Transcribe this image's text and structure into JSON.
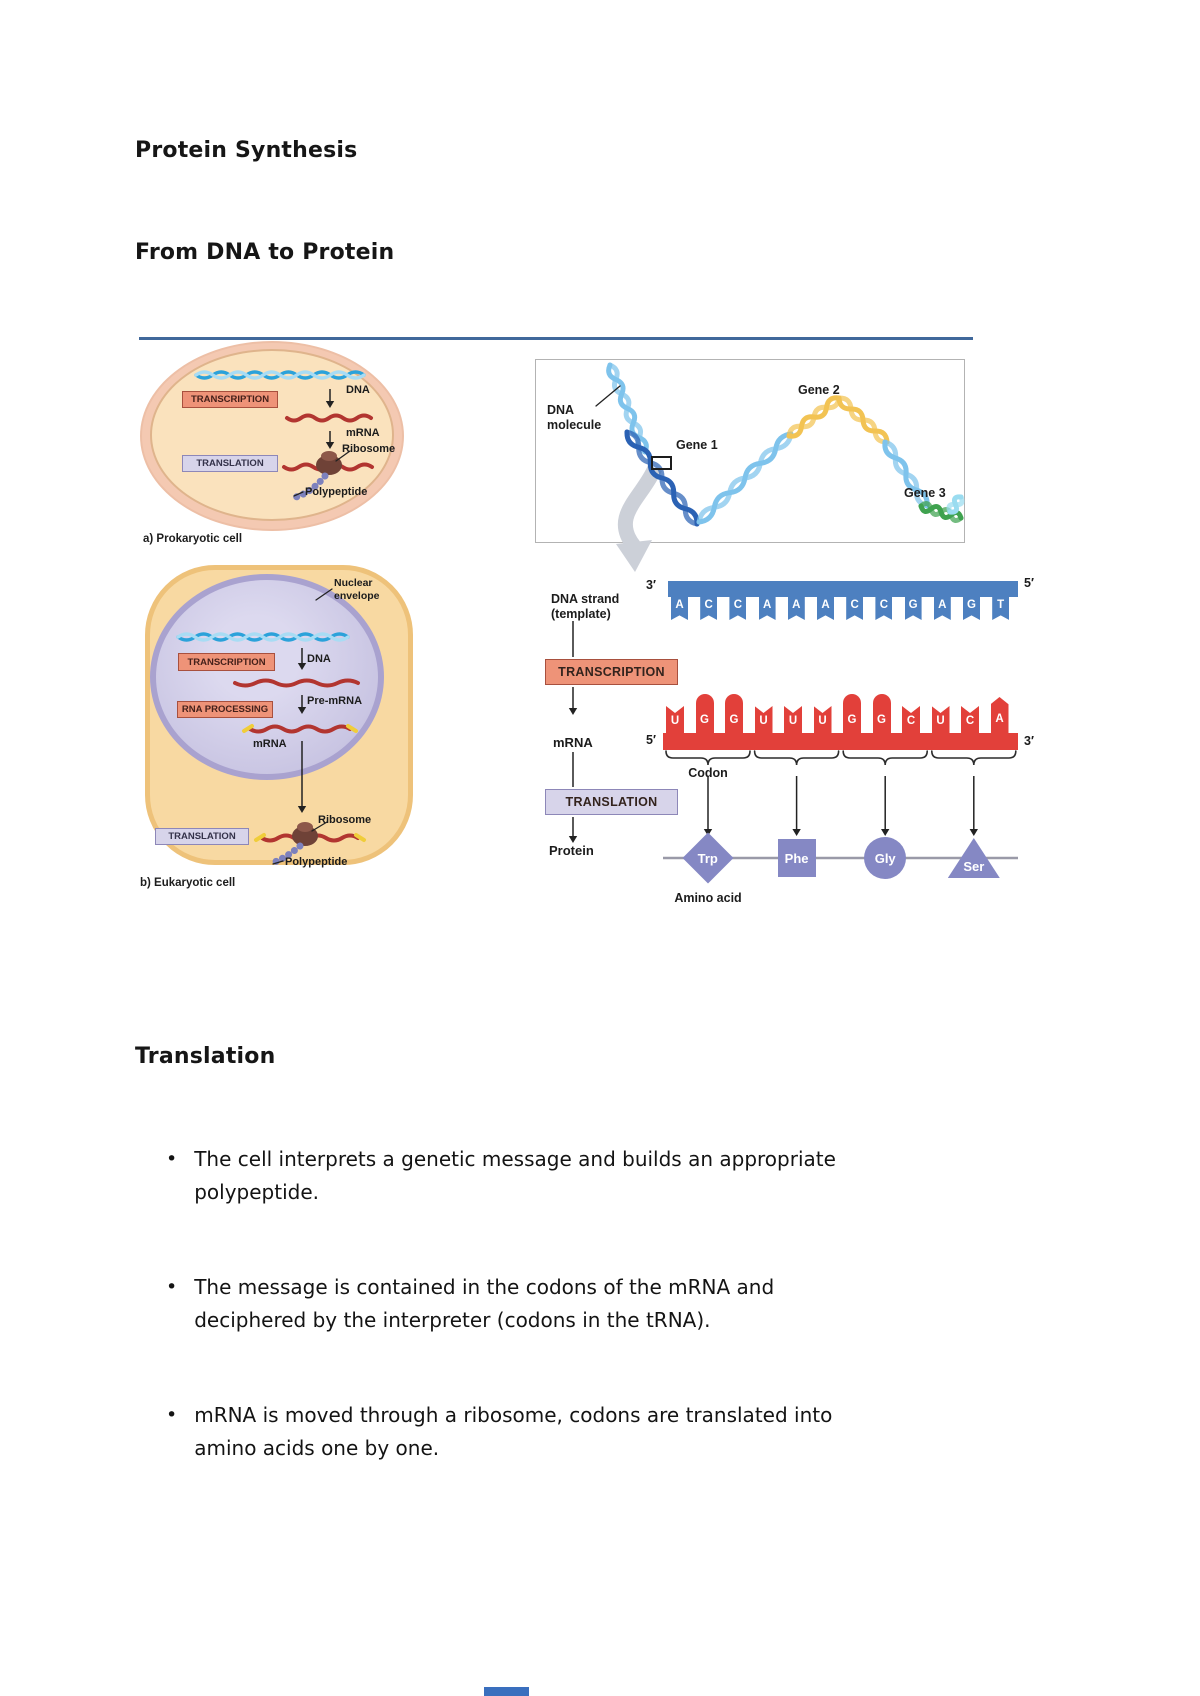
{
  "page": {
    "title": "Protein Synthesis",
    "subtitle": "From DNA to Protein",
    "section_heading": "Translation",
    "bullets": [
      "The cell interprets a genetic message and builds an appropriate\npolypeptide.",
      "The message is contained in the codons of the mRNA and\ndeciphered by the interpreter (codons in the tRNA).",
      "mRNA is moved through a ribosome, codons are translated into\namino acids one by one."
    ]
  },
  "figure": {
    "prokaryote": {
      "caption": "a) Prokaryotic cell",
      "transcription": "TRANSCRIPTION",
      "translation": "TRANSLATION",
      "dna": "DNA",
      "mrna": "mRNA",
      "ribosome": "Ribosome",
      "polypeptide": "Polypeptide"
    },
    "eukaryote": {
      "caption": "b) Eukaryotic cell",
      "nuclear_envelope": "Nuclear\nenvelope",
      "transcription": "TRANSCRIPTION",
      "rna_processing": "RNA PROCESSING",
      "translation": "TRANSLATION",
      "dna": "DNA",
      "pre_mrna": "Pre-mRNA",
      "mrna": "mRNA",
      "ribosome": "Ribosome",
      "polypeptide": "Polypeptide"
    },
    "gene_map": {
      "dna_molecule": "DNA\nmolecule",
      "gene1": "Gene 1",
      "gene2": "Gene 2",
      "gene3": "Gene 3"
    },
    "central_dogma": {
      "dna_strand_label": "DNA strand\n(template)",
      "dna_three_prime": "3′",
      "dna_five_prime": "5′",
      "dna_template_sequence": [
        "A",
        "C",
        "C",
        "A",
        "A",
        "A",
        "C",
        "C",
        "G",
        "A",
        "G",
        "T"
      ],
      "transcription": "TRANSCRIPTION",
      "mrna_label": "mRNA",
      "mrna_five_prime": "5′",
      "mrna_three_prime": "3′",
      "mrna_sequence": [
        "U",
        "G",
        "G",
        "U",
        "U",
        "U",
        "G",
        "G",
        "C",
        "U",
        "C",
        "A"
      ],
      "codon": "Codon",
      "translation": "TRANSLATION",
      "protein": "Protein",
      "amino_acids": [
        {
          "name": "Trp",
          "shape": "diamond"
        },
        {
          "name": "Phe",
          "shape": "square"
        },
        {
          "name": "Gly",
          "shape": "circle"
        },
        {
          "name": "Ser",
          "shape": "triangle"
        }
      ],
      "amino_acid_label": "Amino acid"
    }
  },
  "colors": {
    "divider": "#40689b",
    "dna_bar": "#4d80c0",
    "mrna_bar": "#e2403a",
    "amino_shape": "#8588c4",
    "salmon_box": "#ee9378",
    "lavender_box": "#d7d4ea",
    "gene1": "#2b62b4",
    "gene2": "#f2c353",
    "gene3": "#3fa24f",
    "strand_light_blue": "#7ec3ec",
    "page_fragment_strip": "#3a6fbe"
  }
}
